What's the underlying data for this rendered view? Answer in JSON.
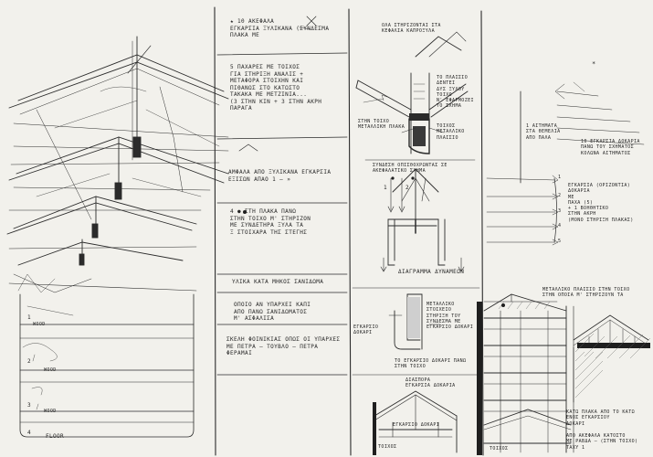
{
  "column1_labels": {
    "wood_1": "WOOD",
    "wood_2": "WOOD",
    "wood_3": "WOOD",
    "floor": "FLOOR",
    "num_1": "1",
    "num_2": "2",
    "num_3": "3",
    "num_4": "4"
  },
  "column2_notes": [
    "★ 10 ΑΚΕΦΑΛΑ\n ΕΓΚΑΡΣΙΑ ΞΥΛΙΚΑΝΑ (ΣΥΝΔΕΣΜΑ\n ΠΛΑΚΑ ΜΕ",
    "5 ΠΑΧΑΡΕΣ ΜΕ ΤΟΙΧΟΣ\nΓΙΑ ΣΤΗΡΙΞΗ ΑΝΑΛΙΣ +\nΜΕΤΑΦΟΡΑ ΣΤΟΙΧΗΝ ΚΑΙ\nΠΙΘΑΝΩΣ ΣΤΟ ΚΑΤΩΣΤΟ\nΤΑΚΑΚΑ ΜΕ ΜΕΤΖΙΝΙΑ...\n(3 ΣΤΗΝ ΚΙΝ + 3 ΣΤΗΝ ΑΚΡΗ\nΠΑΡΑΓΑ",
    "ΑΜΦΑΛΑ ΑΠΟ ΞΥΛΙΚΑΝΑ ΕΓΚΑΡΣΙΑ\nΕΞΙΣΩΝ ΑΠΑΟ 1 – »",
    "4 ● ΣΤΗ ΠΛΑΚΑ ΠΑΝΩ\nΣΤΗΝ ΤΟΙΧΟ Μ' ΣΤΗΡΙΖΟΝ\nΜΕ ΣΥΝΔΕΤΗΡΑ ΞΥΛΑ ΤΑ\nΞ ΣΤΟΙΧΑΡΑ ΤΗΣ ΣΤΕΓΗΣ",
    "ΥΛΙΚΑ ΚΑΤΑ ΜΗΚΟΣ ΣΑΝΙΔΩΜΑ",
    "ΟΠΟΙΟ ΑΝ ΥΠΑΡΧΕΙ ΚΑΠΙ\nΑΠΟ ΠΑΝΩ ΣΑΝΙΔΩΜΑΤΟΣ\nΜ' ΑΣΦΑΛΙΣΑ",
    "ΣΚΕΛΗ ΦΟΙΝΙΚΙΑΣ ΟΠΩΣ ΟΙ ΥΠΑΡΧΕΣ\nΜΕ ΠΕΤΡΑ – ΤΟΥΒΛΟ – ΠΕΤΡΑ\nΦΕΡΑΜΑΙ"
  ],
  "column3_notes": {
    "top_title": "ΟΛΑ ΣΤΗΡΙΖΟΝΤΑΙ ΣΤΑ\nΚΕΦΑΛΙΑ ΚΑΠΡΟΞΥΛΑ",
    "right_note": "ΤΟ ΠΛΑΙΣΙΟ ΔΕΝΤΕΙ\nΔΥΣ ΞΥΛΟΥ ΤΟΙΧΟ\nΝ' ΕΦΑΡΜΟΖΕΙ ΤΟ ΣΧΗΜΑ",
    "left_label": "ΣΤΗΝ ΤΟΙΧΟ\nΜΕΤΑΛΛΙΚΗ ΠΛΑΚΑ",
    "right_label": "ΤΟΙΧΟΣ\nΜΕΤΑΛΛΙΚΟ ΠΛΑΙΣΙΟ",
    "mid_title": "ΣΥΝΔΕΣΗ ΟΠΙΣΘΟΧΡΩΝΤΑΣ ΣΕ\nΑΚΕΦΑΛΑΤΙΚΟ ΣΧΗΜΑ",
    "dim_1": "1",
    "dim_2": "2",
    "mid_caption": "ΔΙΑΓΡΑΜΜΑ ΔΥΝΑΜΕΩΝ",
    "lower_left_label": "ΕΓΚΑΡΣΙΟ ΔΟΚΑΡΙ",
    "lower_note": "ΜΕΤΑΛΛΙΚΟ\nΣΤΟΙΧΕΙΟ\nΣΤΗΡΙΞΗ ΤΟΥ\nΣΥΝΔΕΣΜΑ ΜΕ\nΕΓΚΑΡΣΙΟ ΔΟΚΑΡΙ",
    "lower_caption": "ΤΟ ΕΓΚΑΡΣΙΟ ΔΟΚΑΡΙ ΠΑΝΩ\nΣΤΗΝ ΤΟΙΧΟ",
    "lower_sub": "ΔΙΑΣΠΟΡΑ\nΕΓΚΑΡΣΙΑ ΔΟΚΑΡΙΑ",
    "truss_label": "ΕΓΚΑΡΣΙΟ ΔΟΚΑΡΙ",
    "wall_label": "ΤΟΙΧΟΣ"
  },
  "column4_notes": {
    "star": "*",
    "left_note": "1 ΑΙΤΗΜΑΤΑ\nΣΤΑ ΘΕΜΕΛΙΑ\nΑΠΟ ΠΑΛΑ",
    "right_note": "10 ΕΓΚΑΡΣΙΑ ΔΟΚΑΡΙΑ\nΠΑΝΩ ΤΟΥ ΣΧΗΜΑΤΟΣ\nΚΟΛΩΝΑ ΑΙΤΗΜΑΤΟΣ",
    "tick_1": "1",
    "tick_2": "2",
    "tick_3": "3",
    "tick_4": "4",
    "tick_5": "5",
    "list": "ΕΓΚΑΡΣΙΑ (ΟΡΙΖΟΝΤΙΑ)\nΔΟΚΑΡΙΑ\nΜΕ\nΠΑΧΑ (5)\n+ 1 ΒΟΗΘΗΤΙΚΟ\nΣΤΗΝ ΑΚΡΗ\n(ΜΟΝΟ ΣΤΗΡΙΞΗ ΠΛΑΚΑΣ)",
    "top_note": "ΜΕΤΑΛΛΙΚΟ ΠΛΑΙΣΙΟ ΣΤΗΝ ΤΟΙΧΟ\nΣΤΗΝ ΟΠΟΙΑ Μ' ΣΤΗΡΙΖΟΥΝ ΤΑ",
    "bottom_note_1": "ΚΑΤΩ ΠΛΑΚΑ ΑΠΟ ΤΟ ΚΑΤΩ\nΕΝΟΣ ΕΓΚΑΡΣΙΟΥ\nΔΟΚΑΡΙ",
    "bottom_note_2": "ΑΠΟ ΑΚΕΦΑΛΑ ΚΑΤΟΣΤΟ\nΜΕ ΡΑΒΔΑ – (ΣΤΗΝ ΤΟΙΧΟ)\nΤΑΧΥ 1",
    "bottom_label": "ΤΟΙΧΟΣ"
  }
}
